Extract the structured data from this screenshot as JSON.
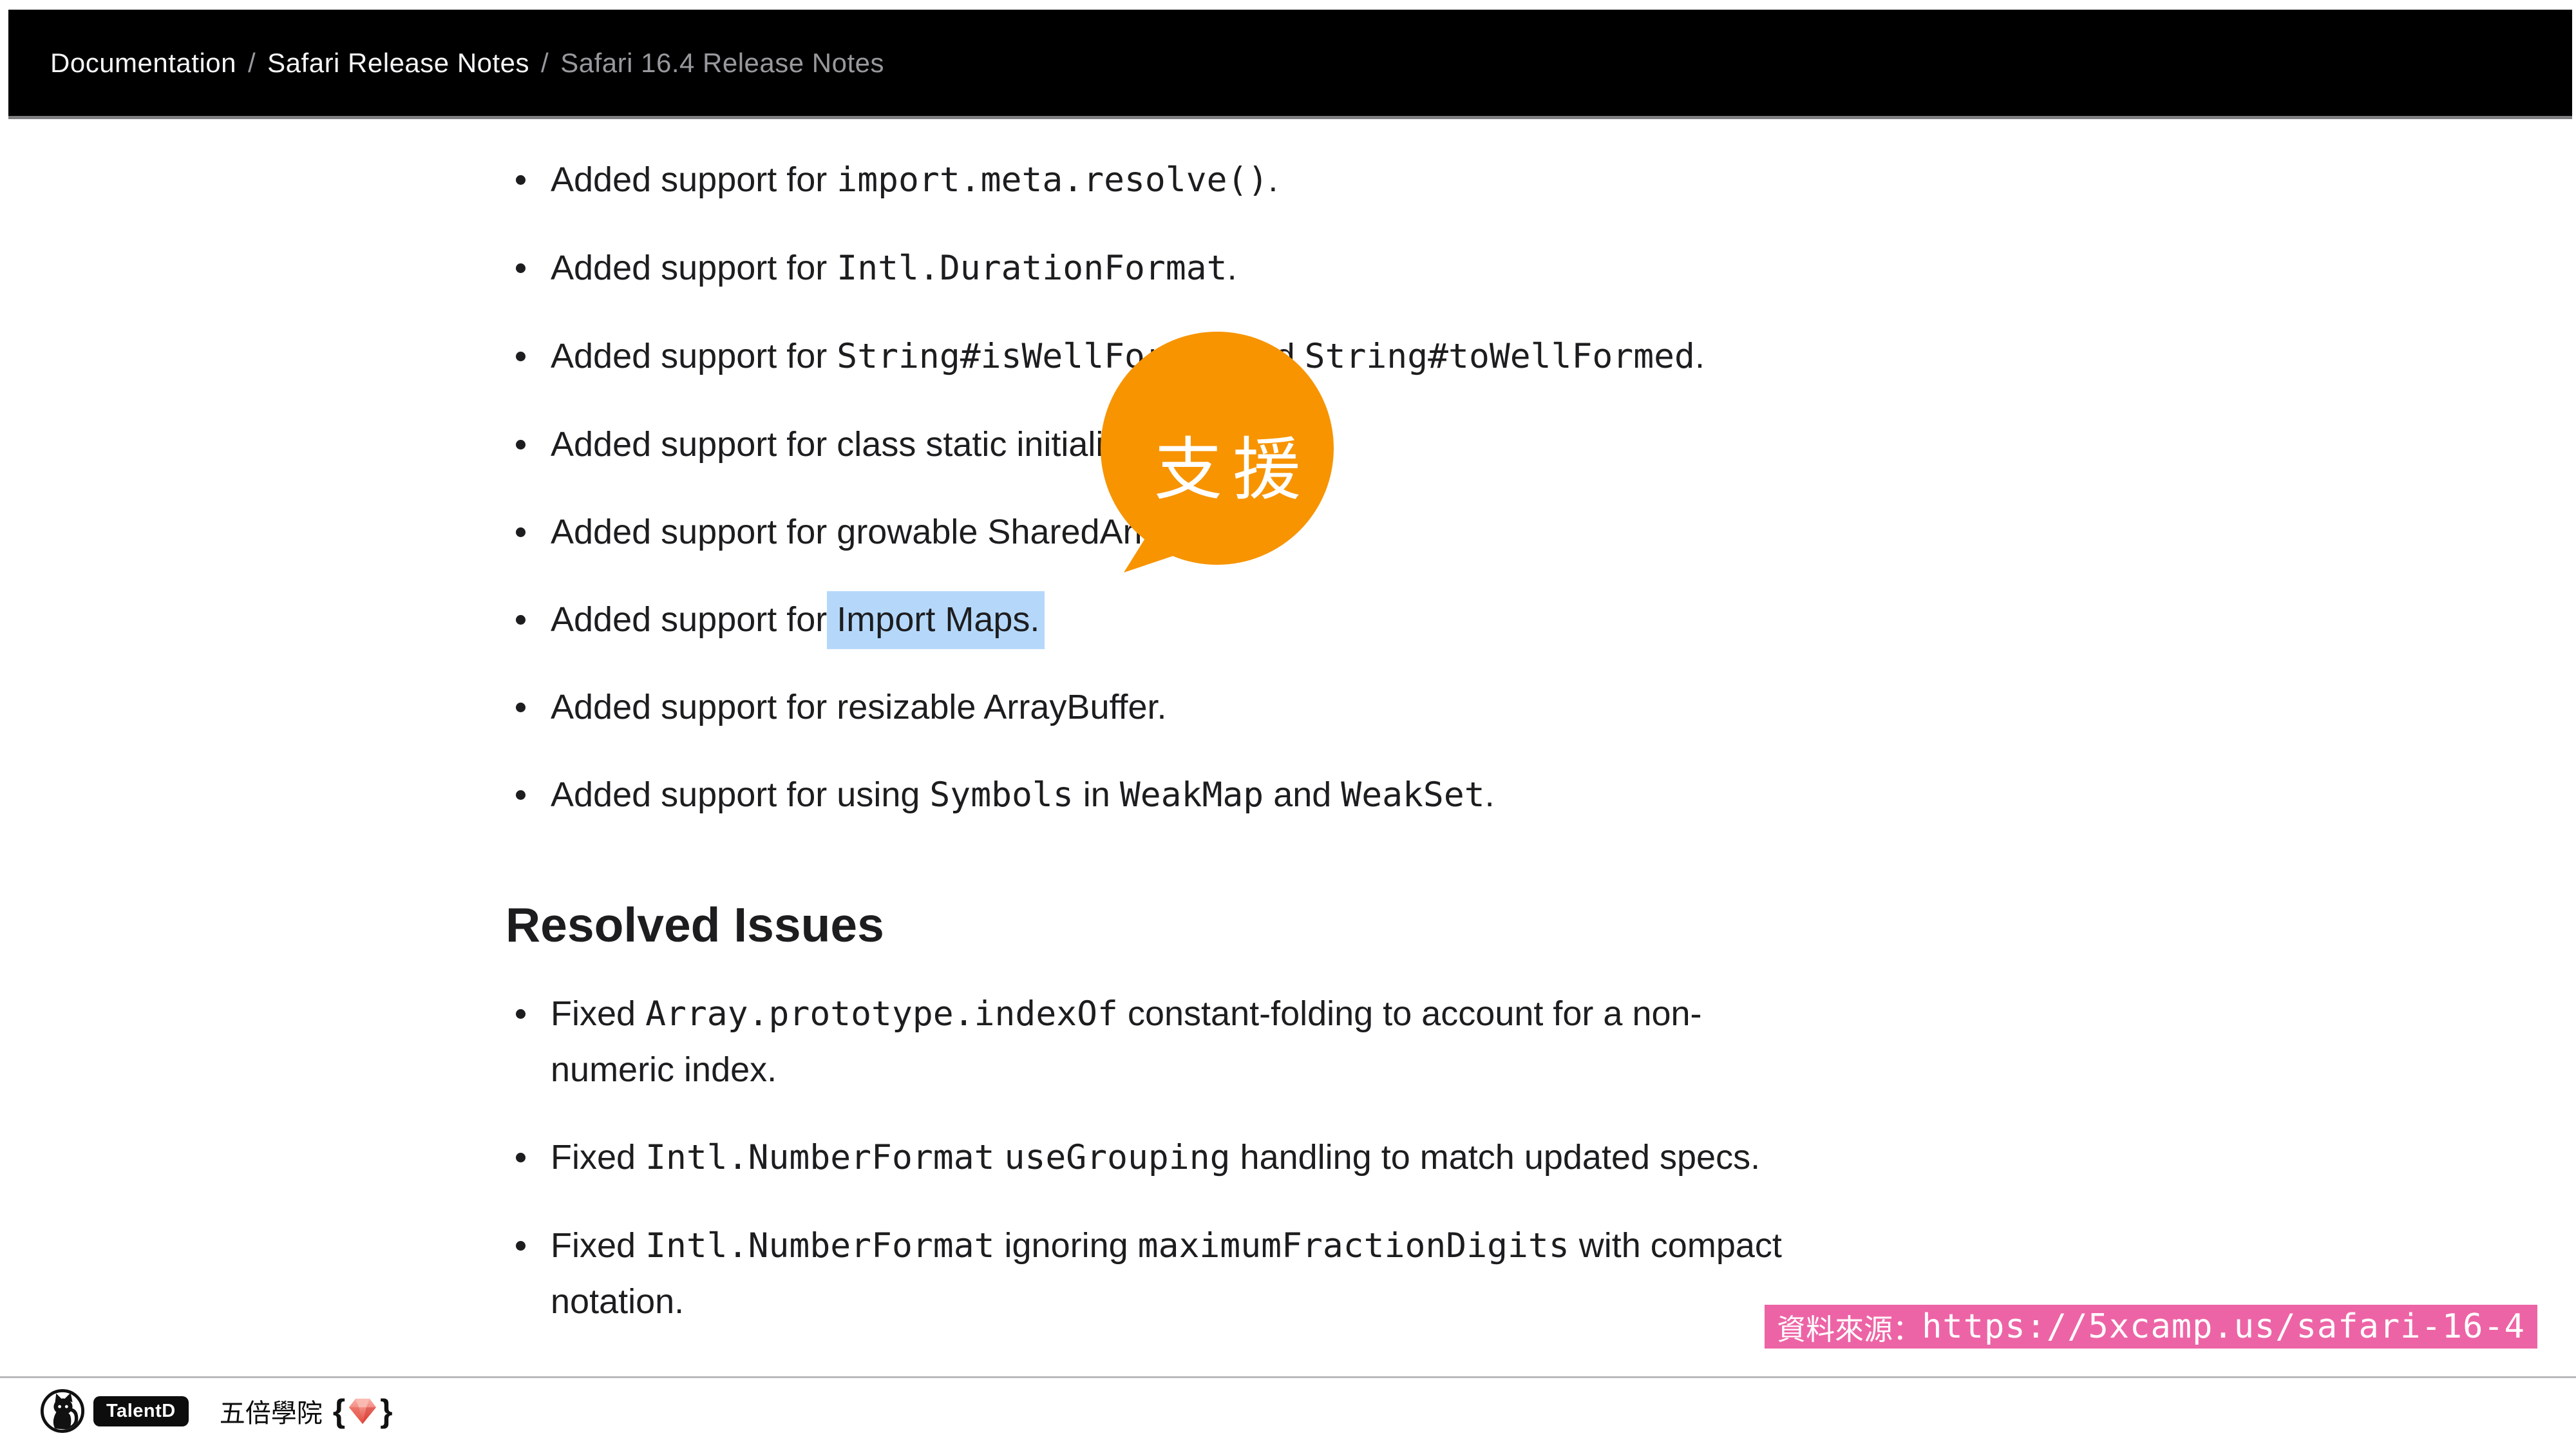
{
  "header": {
    "separator": "/",
    "breadcrumb": [
      {
        "label": "Documentation",
        "current": false
      },
      {
        "label": "Safari Release Notes",
        "current": false
      },
      {
        "label": "Safari 16.4 Release Notes",
        "current": true
      }
    ]
  },
  "features": {
    "items": [
      {
        "segments": [
          {
            "t": "Added support for "
          },
          {
            "t": "import.meta.resolve()",
            "code": true
          },
          {
            "t": "."
          }
        ]
      },
      {
        "segments": [
          {
            "t": "Added support for "
          },
          {
            "t": "Intl.DurationFormat",
            "code": true
          },
          {
            "t": "."
          }
        ]
      },
      {
        "segments": [
          {
            "t": "Added support for "
          },
          {
            "t": "String#isWellFormed",
            "code": true
          },
          {
            "t": " and "
          },
          {
            "t": "String#toWellFormed",
            "code": true
          },
          {
            "t": "."
          }
        ]
      },
      {
        "segments": [
          {
            "t": "Added support for class static initialization blocks."
          }
        ]
      },
      {
        "segments": [
          {
            "t": "Added support for growable SharedArrayBuffer."
          }
        ]
      },
      {
        "segments": [
          {
            "t": "Added support for"
          },
          {
            "t": " Import Maps.",
            "highlight": true
          }
        ]
      },
      {
        "segments": [
          {
            "t": "Added support for resizable ArrayBuffer."
          }
        ]
      },
      {
        "segments": [
          {
            "t": "Added support for using "
          },
          {
            "t": "Symbols",
            "code": true
          },
          {
            "t": " in "
          },
          {
            "t": "WeakMap",
            "code": true
          },
          {
            "t": " and "
          },
          {
            "t": "WeakSet",
            "code": true
          },
          {
            "t": "."
          }
        ]
      }
    ]
  },
  "resolved": {
    "title": "Resolved Issues",
    "items": [
      {
        "segments": [
          {
            "t": "Fixed "
          },
          {
            "t": "Array.prototype.indexOf",
            "code": true
          },
          {
            "t": " constant-folding to account for a non-"
          },
          {
            "br": true
          },
          {
            "t": "numeric index."
          }
        ]
      },
      {
        "segments": [
          {
            "t": "Fixed "
          },
          {
            "t": "Intl.NumberFormat",
            "code": true
          },
          {
            "t": " "
          },
          {
            "t": "useGrouping",
            "code": true
          },
          {
            "t": " handling to match updated specs."
          }
        ]
      },
      {
        "segments": [
          {
            "t": "Fixed "
          },
          {
            "t": "Intl.NumberFormat",
            "code": true
          },
          {
            "t": " ignoring "
          },
          {
            "t": "maximumFractionDigits",
            "code": true
          },
          {
            "t": " with compact"
          },
          {
            "br": true
          },
          {
            "t": "notation."
          }
        ]
      }
    ]
  },
  "annotation_balloon": {
    "text": "支援",
    "color": "#F79400",
    "text_color": "#FFFFFF"
  },
  "selection": {
    "color": "#B5D8FA",
    "text": " Import Maps."
  },
  "source_badge": {
    "label": "資料來源：",
    "url": "https://5xcamp.us/safari-16-4",
    "color": "#ED64A6"
  },
  "footer": {
    "talentd_label": "TalentD",
    "school_name": "五倍學院",
    "brace_open": "{",
    "brace_close": "}"
  }
}
